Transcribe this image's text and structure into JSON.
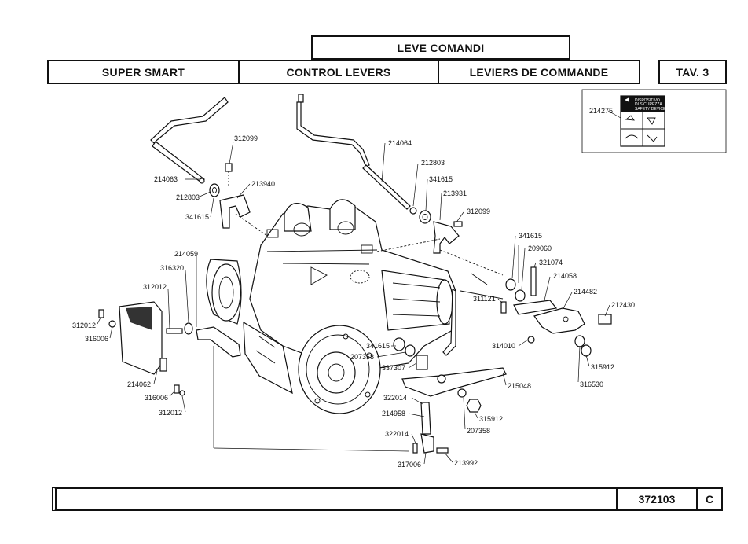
{
  "header": {
    "title_it": "LEVE COMANDI",
    "model": "SUPER SMART",
    "title_en": "CONTROL LEVERS",
    "title_fr": "LEVIERS DE COMMANDE",
    "table": "TAV. 3"
  },
  "safety_label": {
    "line1": "DISPOSITIVO",
    "line2": "DI SICUREZZA",
    "line3": "SAFETY DEVICE"
  },
  "parts": {
    "p214275": "214275",
    "p214063": "214063",
    "p212803a": "212803",
    "p341615a": "341615",
    "p312099a": "312099",
    "p213940": "213940",
    "p214064": "214064",
    "p212803b": "212803",
    "p341615b": "341615",
    "p213931": "213931",
    "p312099b": "312099",
    "p341615c": "341615",
    "p209060": "209060",
    "p321074": "321074",
    "p214058": "214058",
    "p311121": "311121",
    "p214482": "214482",
    "p212430": "212430",
    "p314010": "314010",
    "p315912a": "315912",
    "p316530": "316530",
    "p214059": "214059",
    "p316320": "316320",
    "p312012a": "312012",
    "p312012b": "312012",
    "p316006a": "316006",
    "p214062": "214062",
    "p316006b": "316006",
    "p312012c": "312012",
    "p341615d": "341615",
    "p207358a": "207358",
    "p337307": "337307",
    "p215048": "215048",
    "p322014a": "322014",
    "p214958": "214958",
    "p315912b": "315912",
    "p207358b": "207358",
    "p322014b": "322014",
    "p317006": "317006",
    "p213992": "213992"
  },
  "footer": {
    "code": "372103",
    "revision": "C"
  }
}
